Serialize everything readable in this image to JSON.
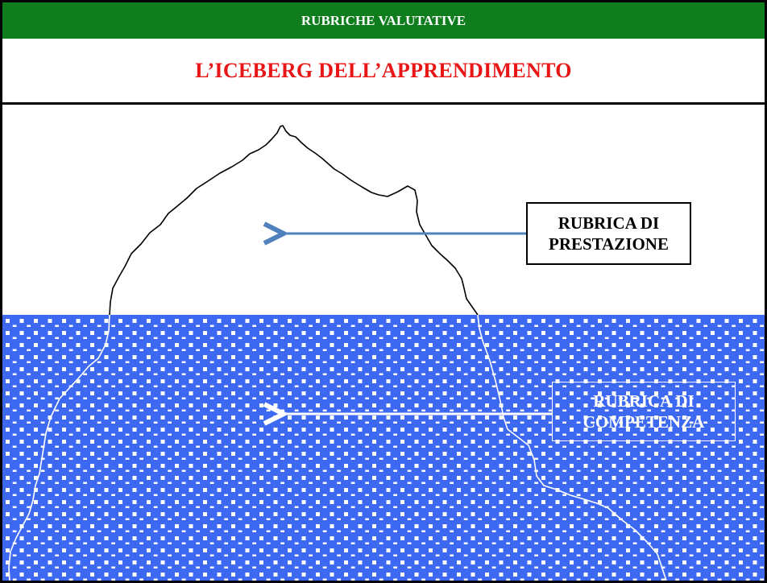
{
  "header": {
    "title": "RUBRICHE VALUTATIVE"
  },
  "title": {
    "text": "L’ICEBERG DELL’APPRENDIMENTO"
  },
  "labels": {
    "performance": [
      "RUBRICA DI",
      "PRESTAZIONE"
    ],
    "competence": [
      "RUBRICA DI",
      "COMPETENZA"
    ]
  },
  "colors": {
    "header_bg": "#0f7d1e",
    "title_text": "#e81616",
    "water": "#3d69f2",
    "arrow_top": "#4f81bd",
    "arrow_bottom": "#ffffff"
  }
}
